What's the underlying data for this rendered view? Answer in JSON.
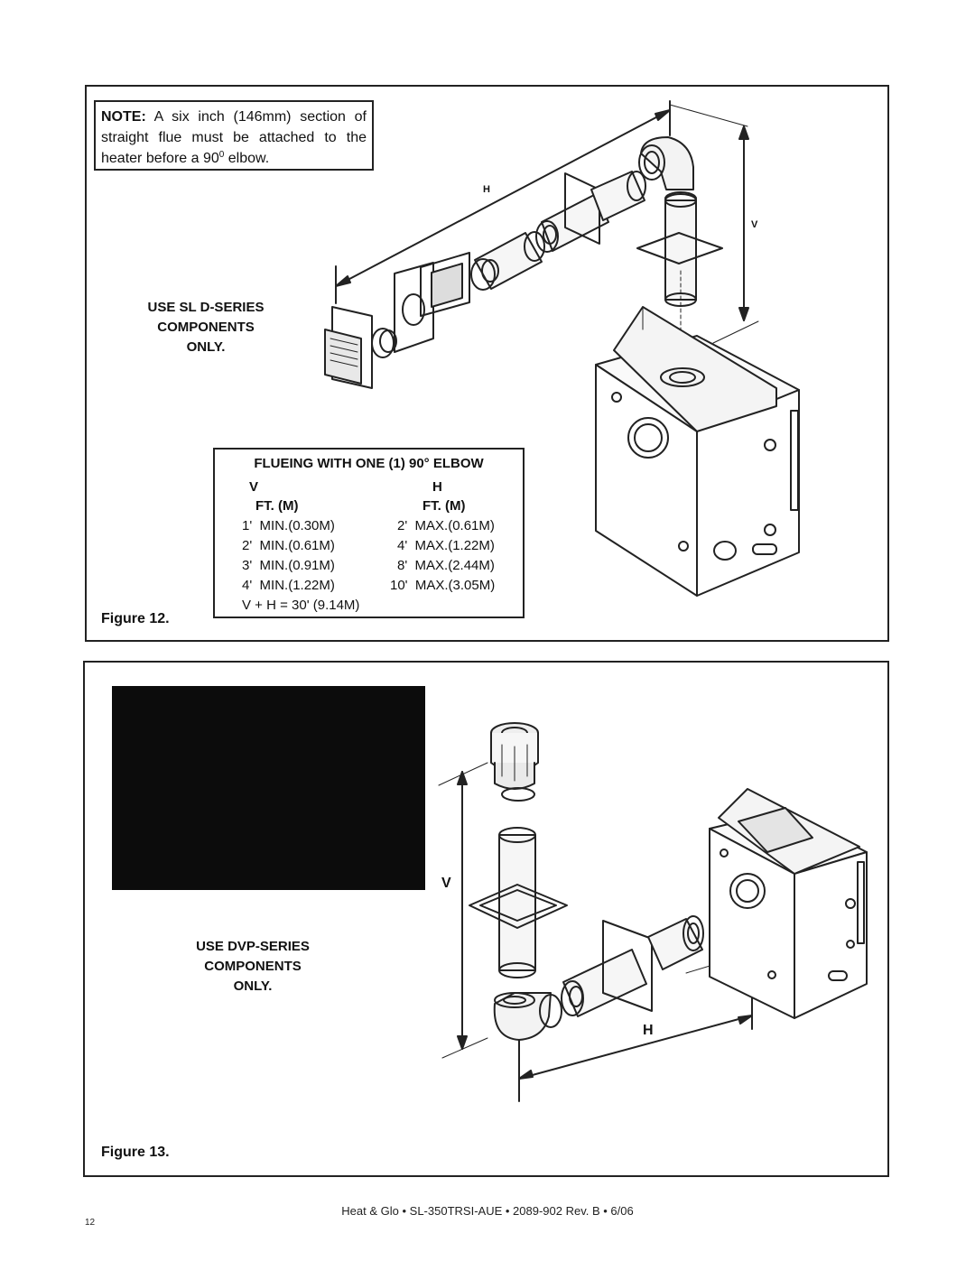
{
  "figure12": {
    "note_label": "NOTE:",
    "note_text_1": " A six inch (146mm) section of straight flue must be attached to the heater before a 90",
    "note_sup": "0",
    "note_text_2": " elbow.",
    "components_line1": "USE SL D-SERIES",
    "components_line2": "COMPONENTS",
    "components_line3": "ONLY.",
    "dim_h": "H",
    "dim_v": "V",
    "caption": "Figure  12.",
    "table": {
      "title": "FLUEING WITH ONE (1) 90° ELBOW",
      "col_v": "V",
      "col_h": "H",
      "unit_v": "FT.  (M)",
      "unit_h": "FT.  (M)",
      "rows": [
        {
          "v": "1'  MIN.(0.30M)",
          "h": "2'  MAX.(0.61M)"
        },
        {
          "v": "2'  MIN.(0.61M)",
          "h": "4'  MAX.(1.22M)"
        },
        {
          "v": "3'  MIN.(0.91M)",
          "h": "8'  MAX.(2.44M)"
        },
        {
          "v": "4'  MIN.(1.22M)",
          "h": "10'  MAX.(3.05M)"
        }
      ],
      "total": "V + H = 30' (9.14M)"
    }
  },
  "figure13": {
    "components_line1": "USE DVP-SERIES",
    "components_line2": "COMPONENTS",
    "components_line3": "ONLY.",
    "dim_v": "V",
    "dim_h": "H",
    "caption": "Figure 13."
  },
  "footer": {
    "text": "Heat & Glo  •  SL-350TRSI-AUE  •  2089-902  Rev. B  •  6/06",
    "page_number": "12"
  },
  "colors": {
    "line": "#222222",
    "panel": "#0c0c0c",
    "background": "#ffffff"
  }
}
